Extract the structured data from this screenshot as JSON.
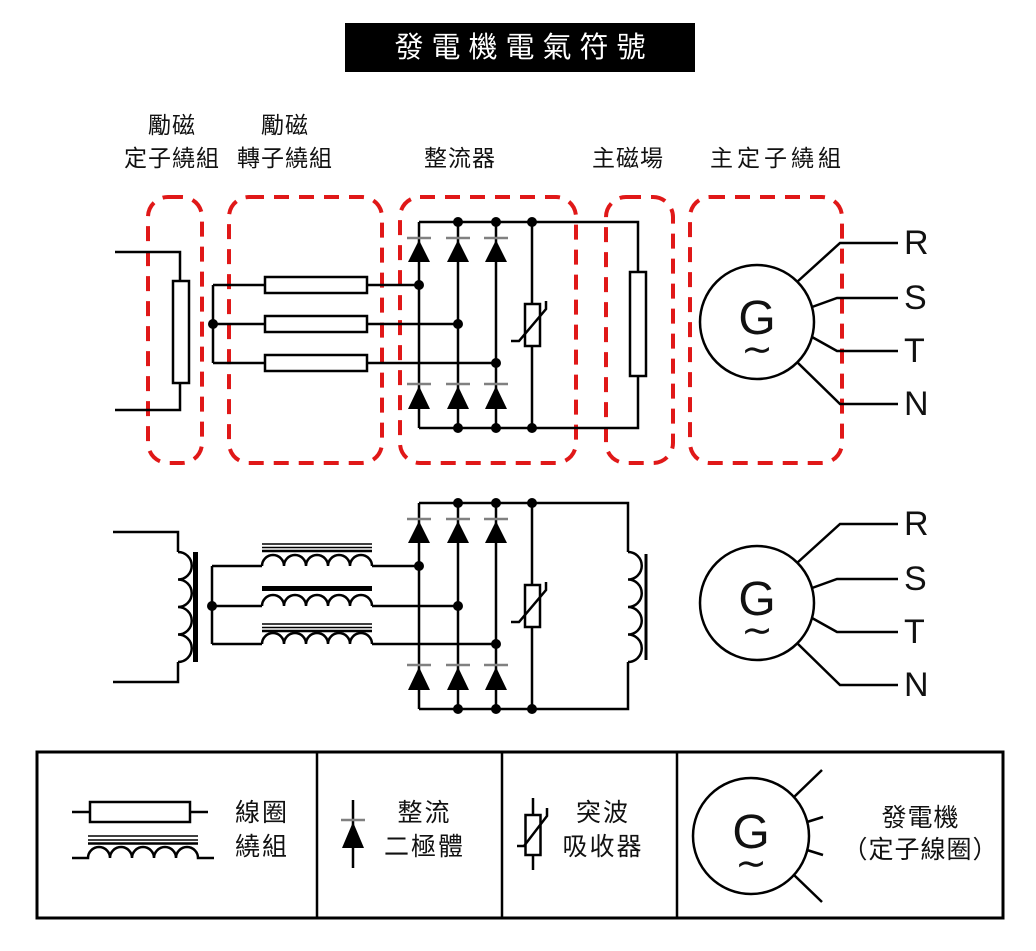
{
  "title": "發電機電氣符號",
  "section_labels": [
    {
      "line1": "勵磁",
      "line2": "定子繞組"
    },
    {
      "line1": "勵磁",
      "line2": "轉子繞組"
    },
    {
      "line1": "整流器"
    },
    {
      "line1": "主磁場"
    },
    {
      "line1": "主定子繞組"
    }
  ],
  "phases": [
    "R",
    "S",
    "T",
    "N"
  ],
  "generator_symbol": {
    "letter": "G",
    "wave": "∼"
  },
  "legend": {
    "items": [
      {
        "symbol": "coil-winding",
        "line1": "線圈",
        "line2": "繞組"
      },
      {
        "symbol": "rectifier-diode",
        "line1": "整流",
        "line2": "二極體"
      },
      {
        "symbol": "surge-absorber",
        "line1": "突波",
        "line2": "吸收器"
      },
      {
        "symbol": "generator-stator-coil",
        "line1": "發電機",
        "line2": "（定子線圈）"
      }
    ]
  },
  "colors": {
    "annotation_red": "#e01818",
    "line_black": "#000000",
    "diode_bar_gray": "#808080",
    "title_bg": "#000000",
    "title_fg": "#ffffff"
  }
}
